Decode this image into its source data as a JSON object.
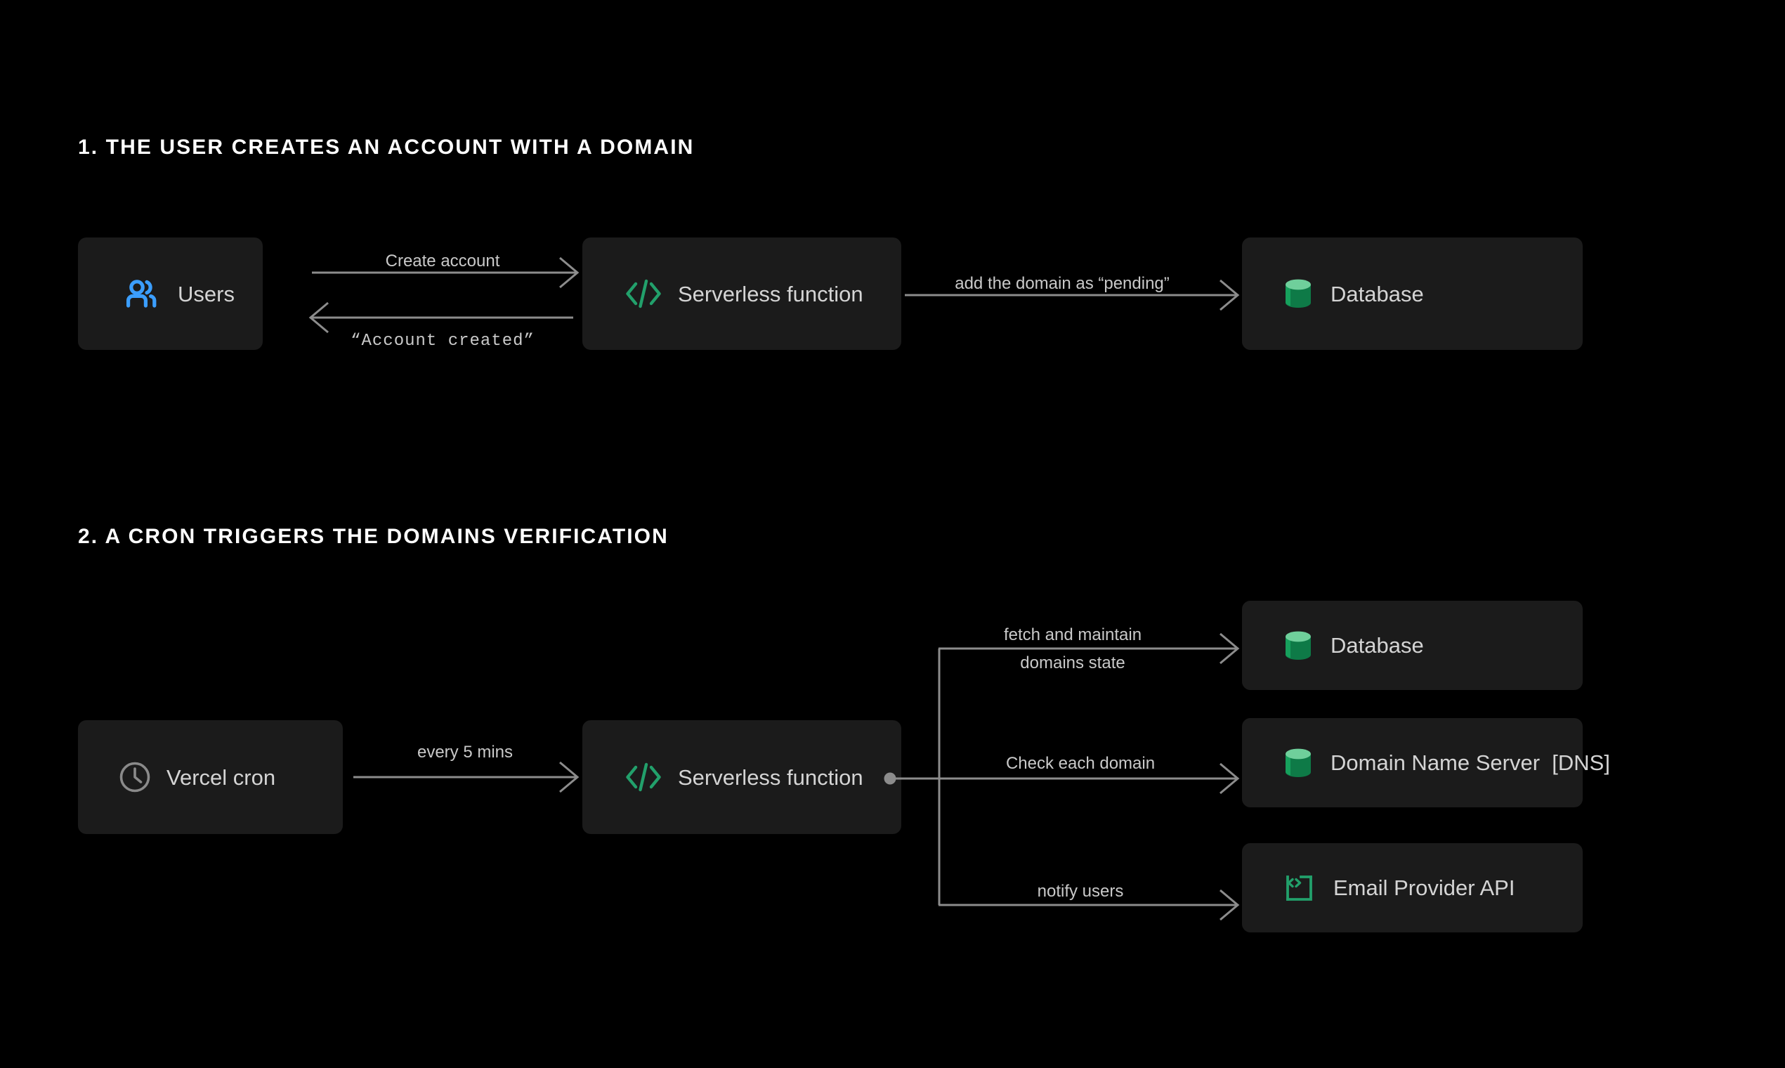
{
  "page": {
    "background": "#000000",
    "card_background": "#1b1b1b",
    "text_color": "#d4d4d4",
    "heading_color": "#ffffff",
    "edge_color": "#8c8c8c",
    "accent_green": "#22a06b",
    "accent_green_light": "#6fcf9b",
    "accent_blue": "#3b9eff",
    "accent_gray": "#8a8a8a"
  },
  "sections": [
    {
      "id": "section-1",
      "heading": "1. THE USER CREATES AN ACCOUNT WITH A DOMAIN",
      "nodes": [
        {
          "id": "users",
          "label": "Users",
          "icon": "users-icon"
        },
        {
          "id": "serverless-1",
          "label": "Serverless function",
          "icon": "code-brackets-icon"
        },
        {
          "id": "database-1",
          "label": "Database",
          "icon": "database-cylinder-icon"
        }
      ],
      "edges": [
        {
          "id": "create-account",
          "label": "Create account",
          "style": "sans",
          "direction": "right"
        },
        {
          "id": "account-created",
          "label": "“Account created”",
          "style": "mono",
          "direction": "left"
        },
        {
          "id": "add-domain-pending",
          "label": "add the domain as “pending”",
          "style": "sans",
          "direction": "right"
        }
      ]
    },
    {
      "id": "section-2",
      "heading": "2. A CRON TRIGGERS THE DOMAINS VERIFICATION",
      "nodes": [
        {
          "id": "cron",
          "label": "Vercel cron",
          "icon": "clock-icon"
        },
        {
          "id": "serverless-2",
          "label": "Serverless function",
          "icon": "code-brackets-icon"
        },
        {
          "id": "database-2",
          "label": "Database",
          "icon": "database-cylinder-icon"
        },
        {
          "id": "dns",
          "label": "Domain Name Server  [DNS]",
          "icon": "database-cylinder-icon"
        },
        {
          "id": "email",
          "label": "Email Provider API",
          "icon": "code-window-icon"
        }
      ],
      "edges": [
        {
          "id": "every-5-mins",
          "label": "every 5 mins",
          "style": "sans",
          "direction": "right"
        },
        {
          "id": "fetch-maintain",
          "label_line_1": "fetch and maintain",
          "label_line_2": "domains state",
          "style": "sans",
          "direction": "right"
        },
        {
          "id": "check-each-domain",
          "label": "Check each domain",
          "style": "sans",
          "direction": "right"
        },
        {
          "id": "notify-users",
          "label": "notify users",
          "style": "sans",
          "direction": "right"
        }
      ]
    }
  ]
}
